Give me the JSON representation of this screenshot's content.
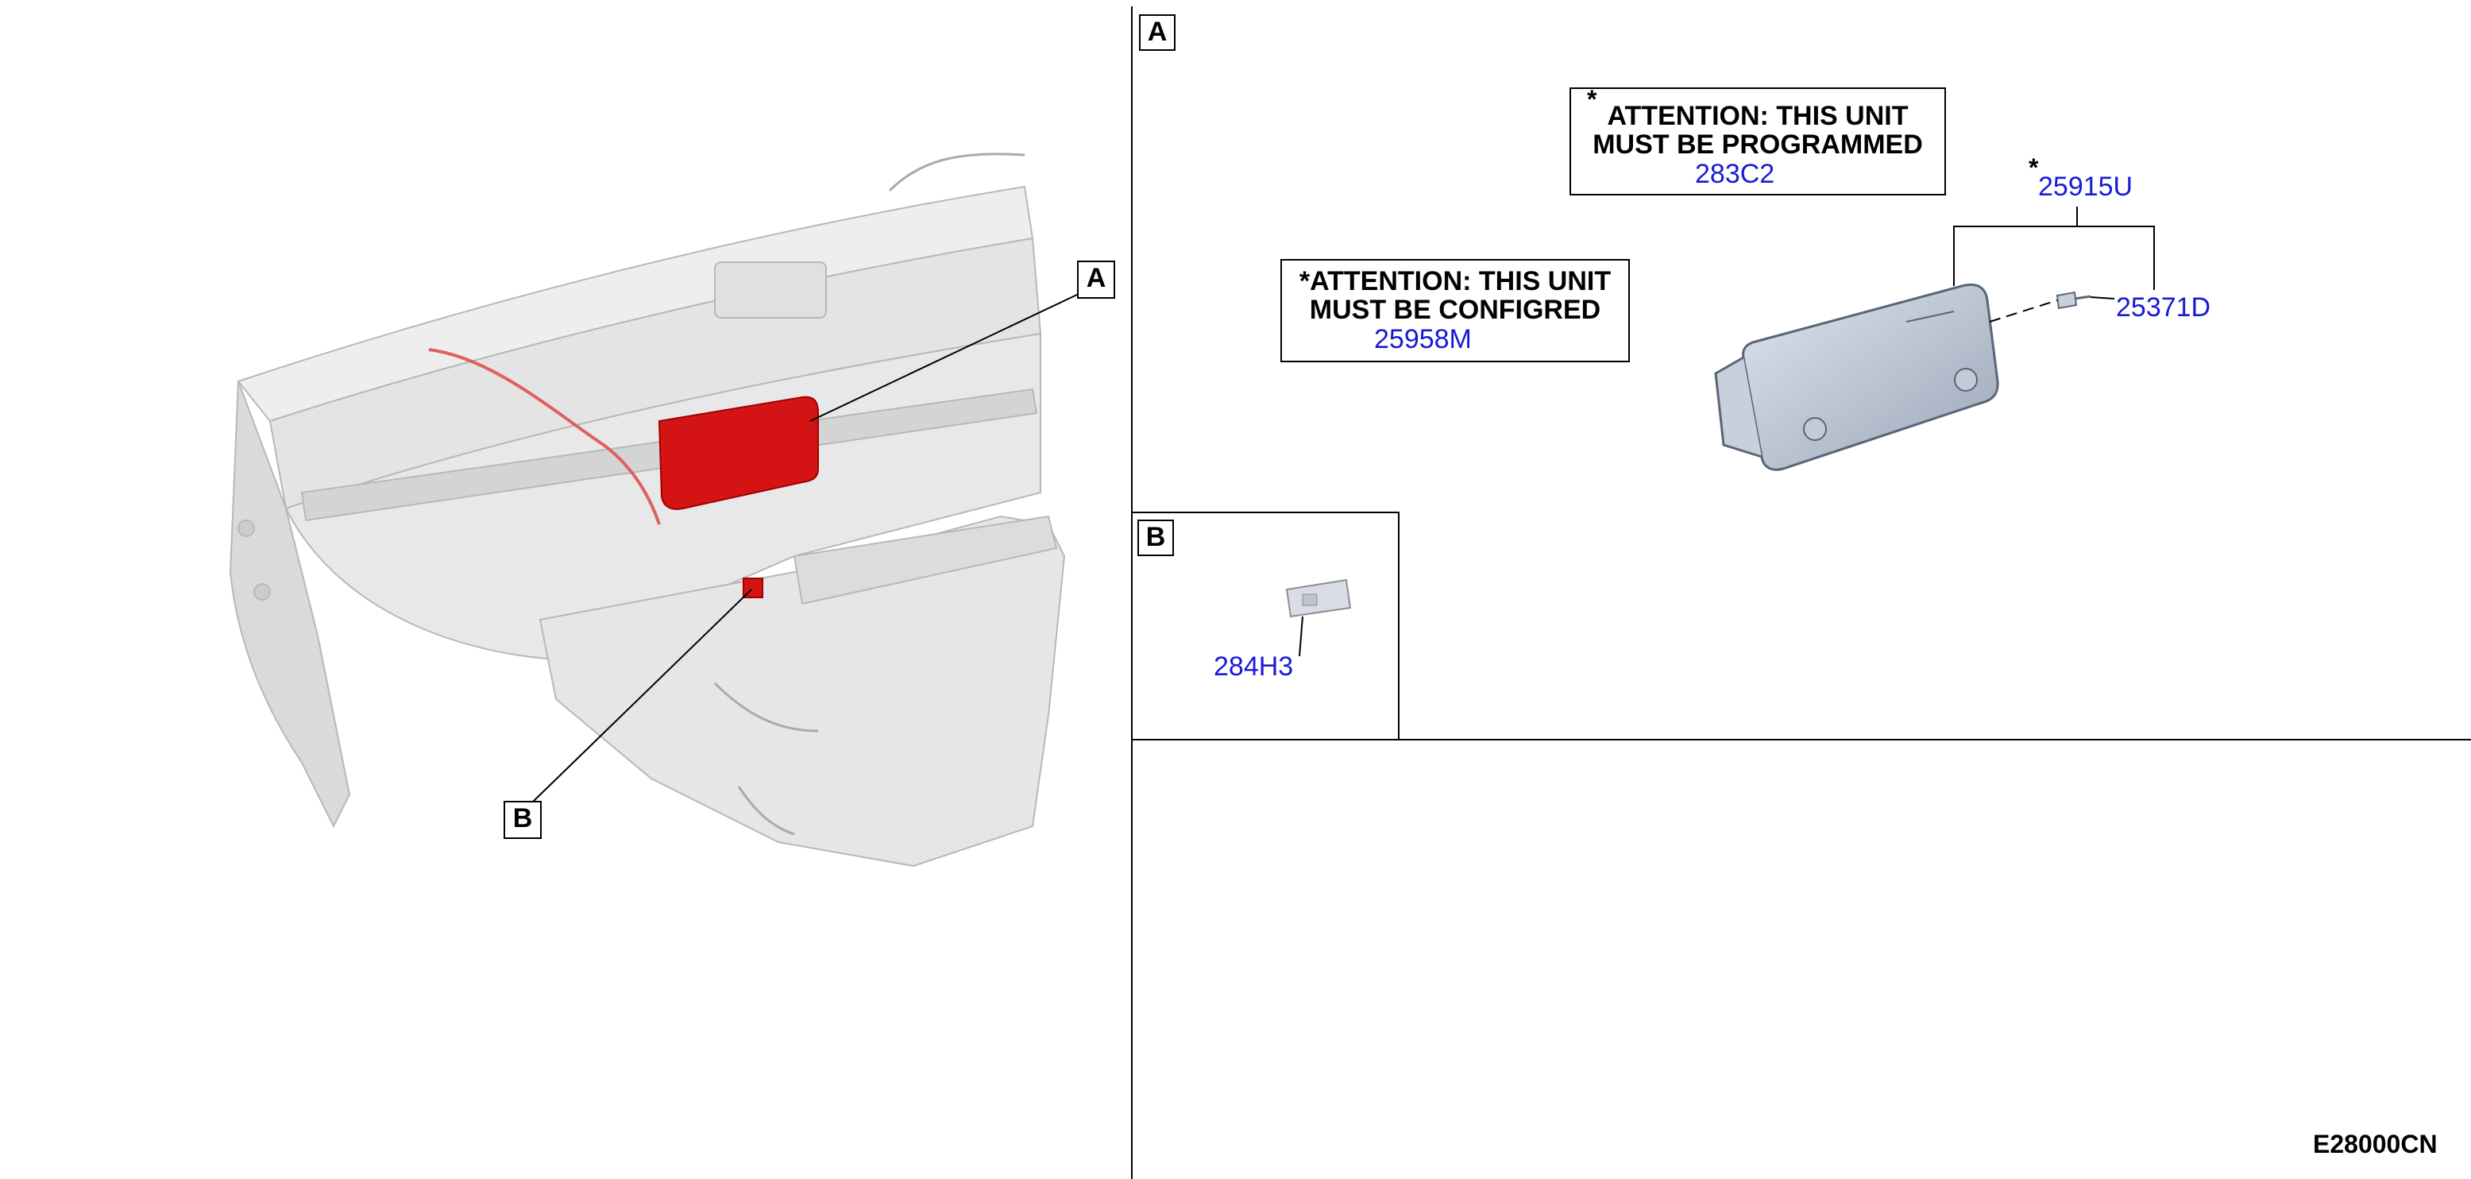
{
  "overview": {
    "callout_a": "A",
    "callout_b": "B"
  },
  "detail_a": {
    "label": "A",
    "note_programmed": {
      "star": "*",
      "line1": "ATTENTION: THIS UNIT",
      "line2": "MUST BE PROGRAMMED",
      "part": "283C2"
    },
    "note_configured": {
      "line1": "*ATTENTION: THIS UNIT",
      "line2": "MUST BE CONFIGRED",
      "part": "25958M"
    },
    "unit_part": {
      "star": "*",
      "number": "25915U"
    },
    "screw_part": "25371D"
  },
  "detail_b": {
    "label": "B",
    "part": "284H3"
  },
  "drawing_code": "E28000CN",
  "colors": {
    "part_number": "#1a1ad6",
    "highlight": "#d41414",
    "line": "#000000"
  }
}
